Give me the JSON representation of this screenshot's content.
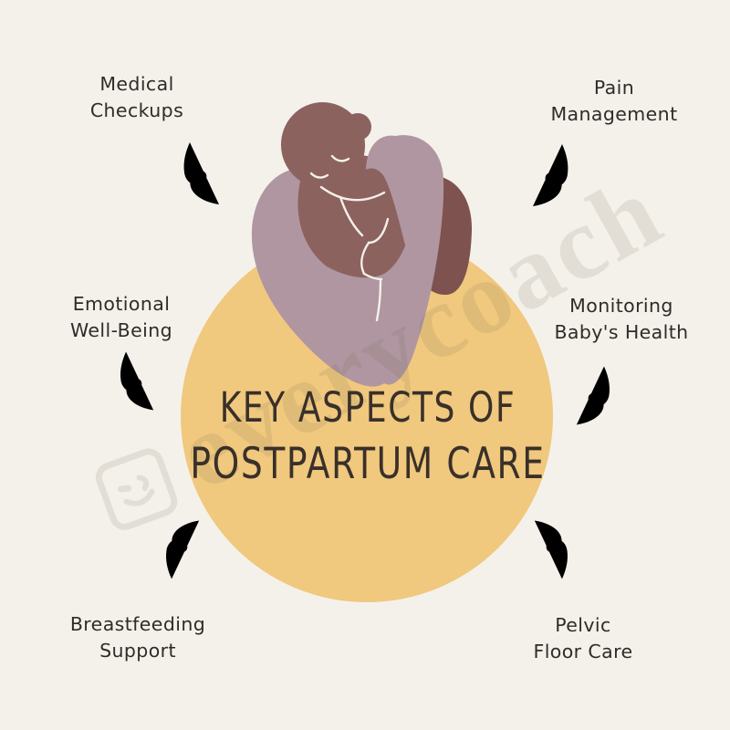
{
  "title": {
    "line1": "KEY ASPECTS OF",
    "line2": "POSTPARTUM CARE"
  },
  "labels": [
    {
      "id": "medical-checkups",
      "line1": "Medical",
      "line2": "Checkups"
    },
    {
      "id": "pain-management",
      "line1": "Pain",
      "line2": "Management"
    },
    {
      "id": "emotional-wellbeing",
      "line1": "Emotional",
      "line2": "Well-Being"
    },
    {
      "id": "monitoring-baby",
      "line1": "Monitoring",
      "line2": "Baby's Health"
    },
    {
      "id": "breastfeeding-support",
      "line1": "Breastfeeding",
      "line2": "Support"
    },
    {
      "id": "pelvic-floor-care",
      "line1": "Pelvic",
      "line2": "Floor Care"
    }
  ],
  "watermark": {
    "text": "everycoach"
  },
  "illustration": {
    "description": "mother-resting-head-holding-baby"
  },
  "colors": {
    "background": "#F4F1EA",
    "circle": "#F0C87E",
    "arrow": "#87A3EC",
    "label_text": "#2D2C2A",
    "title_text": "#39302A",
    "skin": "#8C625F",
    "skin_dark": "#7D524F",
    "arms": "#B096A0"
  }
}
